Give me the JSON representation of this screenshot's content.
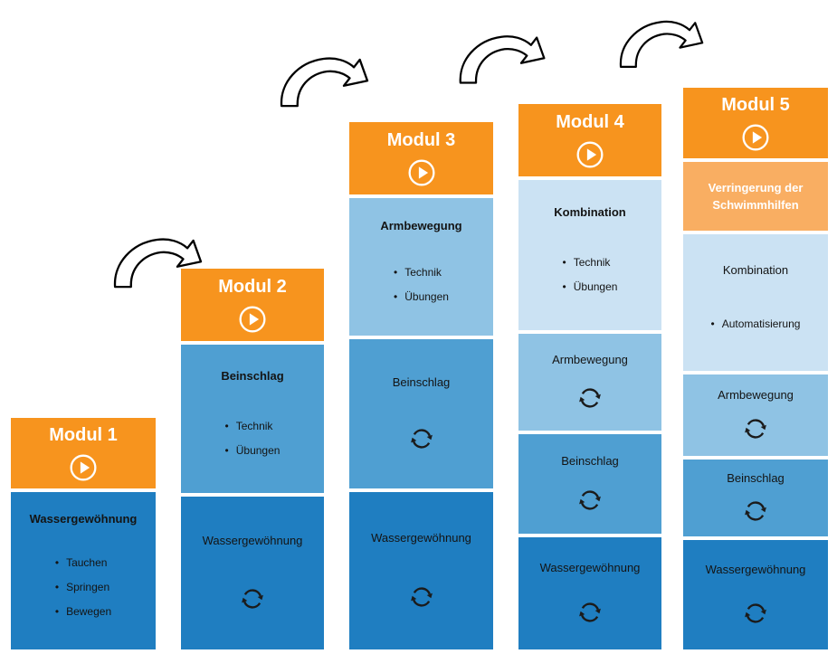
{
  "colors": {
    "background": "#FFFFFF",
    "module_header_orange": "#F7941E",
    "schwimmhilfen_light_orange": "#F9AE62",
    "wassergewoehnung_blue": "#1F7EC1",
    "beinschlag_blue": "#4F9FD2",
    "armbewegung_blue": "#8FC3E4",
    "kombination_pale_blue": "#CBE2F3",
    "arrow_outline": "#000000",
    "icon_dark": "#1B1B1B"
  },
  "icons": {
    "play": "play-icon",
    "repeat": "repeat-cycle-icon",
    "progression": "curved-arrow-icon"
  },
  "modules": [
    {
      "title": "Modul 1",
      "blocks": [
        {
          "title": "Wassergewöhnung",
          "bullets": [
            "Tauchen",
            "Springen",
            "Bewegen"
          ]
        }
      ]
    },
    {
      "title": "Modul 2",
      "blocks": [
        {
          "title": "Beinschlag",
          "bullets": [
            "Technik",
            "Übungen"
          ]
        },
        {
          "title": "Wassergewöhnung",
          "repeat": true
        }
      ]
    },
    {
      "title": "Modul 3",
      "blocks": [
        {
          "title": "Armbewegung",
          "bullets": [
            "Technik",
            "Übungen"
          ]
        },
        {
          "title": "Beinschlag",
          "repeat": true
        },
        {
          "title": "Wassergewöhnung",
          "repeat": true
        }
      ]
    },
    {
      "title": "Modul 4",
      "blocks": [
        {
          "title": "Kombination",
          "bullets": [
            "Technik",
            "Übungen"
          ]
        },
        {
          "title": "Armbewegung",
          "repeat": true
        },
        {
          "title": "Beinschlag",
          "repeat": true
        },
        {
          "title": "Wassergewöhnung",
          "repeat": true
        }
      ]
    },
    {
      "title": "Modul 5",
      "blocks": [
        {
          "title": "Verringerung der Schwimmhilfen",
          "highlight": true
        },
        {
          "title": "Kombination",
          "bullets": [
            "Automatisierung"
          ]
        },
        {
          "title": "Armbewegung",
          "repeat": true
        },
        {
          "title": "Beinschlag",
          "repeat": true
        },
        {
          "title": "Wassergewöhnung",
          "repeat": true
        }
      ]
    }
  ]
}
